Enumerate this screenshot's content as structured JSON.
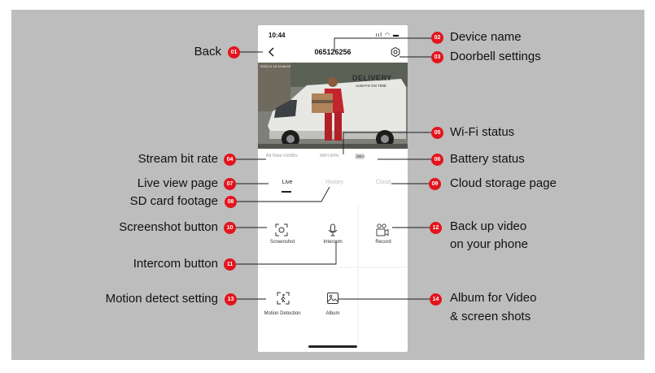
{
  "phone": {
    "time": "10:44",
    "system_icons": "ııl ◠ ▬",
    "device_name": "065126256",
    "video": {
      "timestamp": "2023-11-16 10:44:49",
      "van_text_main": "DELIVERY",
      "van_text_sub": "ALWAYS ON TIME"
    },
    "bit_rate": "Bit Rate:16KB/s",
    "wifi": "WiFi:90%",
    "tabs": {
      "live": "Live",
      "history": "History",
      "cloud": "Cloud"
    },
    "functions": {
      "screenshot": "Screenshot",
      "intercom": "Intercom",
      "record": "Record",
      "motion_detection": "Motion Detection",
      "album": "Album"
    }
  },
  "callouts": [
    {
      "num": "01",
      "text": "Back"
    },
    {
      "num": "02",
      "text": "Device name"
    },
    {
      "num": "03",
      "text": "Doorbell settings"
    },
    {
      "num": "04",
      "text": "Stream bit rate"
    },
    {
      "num": "05",
      "text": "Wi-Fi status"
    },
    {
      "num": "06",
      "text": "Battery status"
    },
    {
      "num": "07",
      "text": "Live view page"
    },
    {
      "num": "08",
      "text": "SD card footage"
    },
    {
      "num": "09",
      "text": "Cloud storage page"
    },
    {
      "num": "10",
      "text": "Screenshot button"
    },
    {
      "num": "11",
      "text": "Intercom button"
    },
    {
      "num": "12",
      "text": "Back up video",
      "text2": "on your phone"
    },
    {
      "num": "13",
      "text": "Motion detect setting"
    },
    {
      "num": "14",
      "text": "Album for Video",
      "text2": "& screen shots"
    }
  ],
  "colors": {
    "badge": "#e3141d",
    "background": "#bdbdbd",
    "phone": "#ffffff"
  }
}
